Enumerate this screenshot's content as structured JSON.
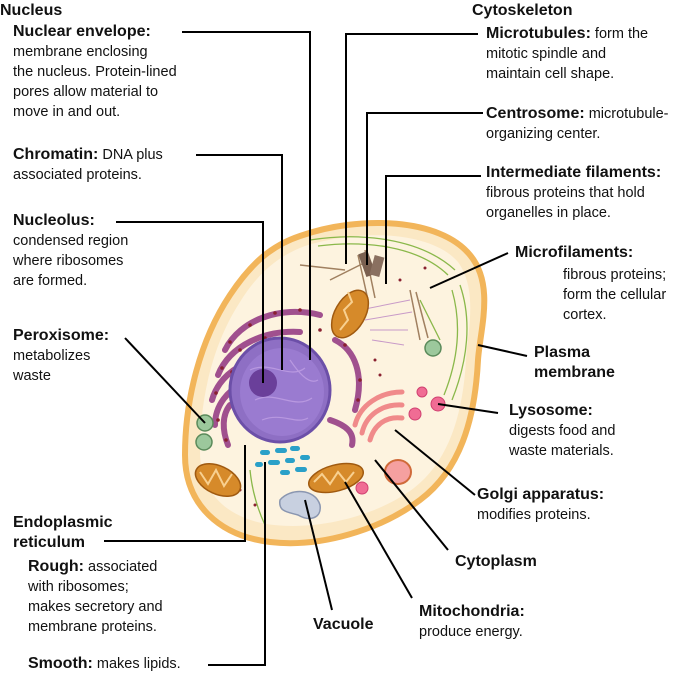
{
  "headers": {
    "nucleus": "Nucleus",
    "cytoskeleton": "Cytoskeleton"
  },
  "labels": {
    "nuclear_envelope": {
      "title": "Nuclear envelope:",
      "lines": [
        "membrane enclosing",
        "the nucleus. Protein-lined",
        "pores allow material to",
        "move in and out."
      ]
    },
    "chromatin": {
      "title": "Chromatin:",
      "inline": " DNA plus",
      "lines": [
        "associated proteins."
      ]
    },
    "nucleolus": {
      "title": "Nucleolus:",
      "lines": [
        "condensed region",
        "where ribosomes",
        "are formed."
      ]
    },
    "peroxisome": {
      "title": "Peroxisome:",
      "lines": [
        "metabolizes",
        "waste"
      ]
    },
    "er": {
      "title_lines": [
        "Endoplasmic",
        "reticulum"
      ]
    },
    "rough": {
      "title": "Rough:",
      "inline": " associated",
      "lines": [
        "with ribosomes;",
        "makes secretory and",
        "membrane proteins."
      ]
    },
    "smooth": {
      "title": "Smooth:",
      "inline": " makes lipids."
    },
    "vacuole": {
      "title": "Vacuole"
    },
    "mitochondria": {
      "title": "Mitochondria:",
      "lines": [
        "produce energy."
      ]
    },
    "cytoplasm": {
      "title": "Cytoplasm"
    },
    "golgi": {
      "title": "Golgi apparatus:",
      "lines": [
        "modifies proteins."
      ]
    },
    "lysosome": {
      "title": "Lysosome:",
      "lines": [
        "digests food and",
        "waste materials."
      ]
    },
    "plasma_membrane": {
      "title_lines": [
        "Plasma",
        "membrane"
      ]
    },
    "microfilaments": {
      "title": "Microfilaments:",
      "lines": [
        "fibrous proteins;",
        "form the cellular",
        "cortex."
      ]
    },
    "intermediate": {
      "title": "Intermediate filaments:",
      "lines": [
        "fibrous proteins that hold",
        "organelles in place."
      ]
    },
    "centrosome": {
      "title": "Centrosome:",
      "inline": " microtubule-",
      "lines": [
        "organizing center."
      ]
    },
    "microtubules": {
      "title": "Microtubules:",
      "inline": " form the",
      "lines": [
        "mitotic spindle and",
        "maintain cell shape."
      ]
    }
  },
  "colors": {
    "cell_fill": "#fbe8c4",
    "cell_border": "#f2b55a",
    "nucleus": "#8e6fc4",
    "nucleolus": "#6a3f9a",
    "er": "#a0508e",
    "mitochondria": "#d68a2a",
    "golgi": "#f08a8a",
    "lysosome": "#f06c94",
    "peroxisome": "#9cc89c",
    "vacuole": "#c8d0e0",
    "smooth_er": "#2aa0c8",
    "filaments": "#8ab84a",
    "leader": "#000000"
  }
}
